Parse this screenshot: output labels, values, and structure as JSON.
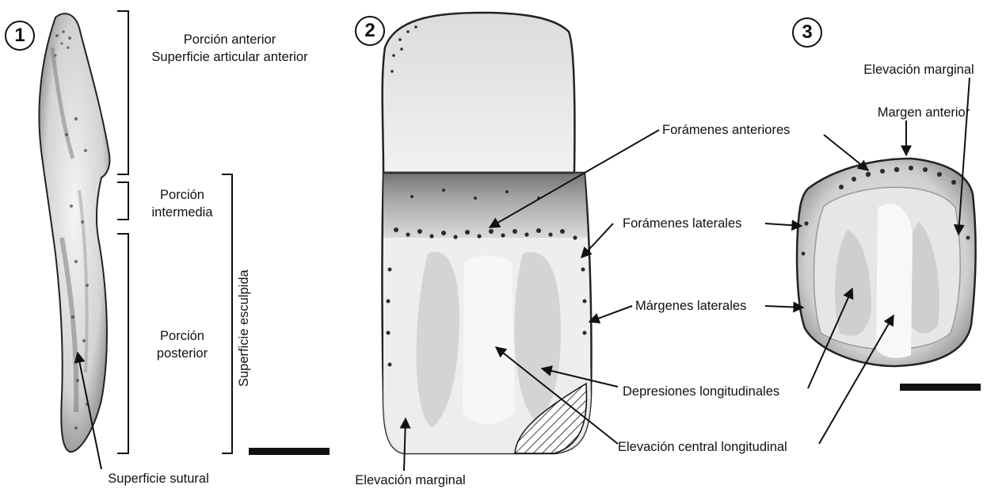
{
  "panels": {
    "panel1": {
      "number": "1",
      "labels": {
        "porcion_anterior": "Porción anterior",
        "superficie_articular": "Superficie articular anterior",
        "porcion_intermedia_1": "Porción",
        "porcion_intermedia_2": "intermedia",
        "porcion_posterior_1": "Porción",
        "porcion_posterior_2": "posterior",
        "superficie_esculpida": "Superficie esculpida",
        "superficie_sutural": "Superficie sutural"
      }
    },
    "panel2": {
      "number": "2",
      "labels": {
        "foramenes_anteriores": "Forámenes anteriores",
        "foramenes_laterales": "Forámenes laterales",
        "margenes_laterales": "Márgenes laterales",
        "depresiones_longitudinales": "Depresiones longitudinales",
        "elevacion_central": "Elevación central longitudinal",
        "elevacion_marginal": "Elevación marginal"
      }
    },
    "panel3": {
      "number": "3",
      "labels": {
        "elevacion_marginal": "Elevación marginal",
        "margen_anterior": "Margen anterior"
      }
    }
  },
  "colors": {
    "ink": "#111111",
    "bone_light": "#f2f2f2",
    "bone_mid": "#bdbdbd",
    "bone_dark": "#6e6e6e"
  }
}
